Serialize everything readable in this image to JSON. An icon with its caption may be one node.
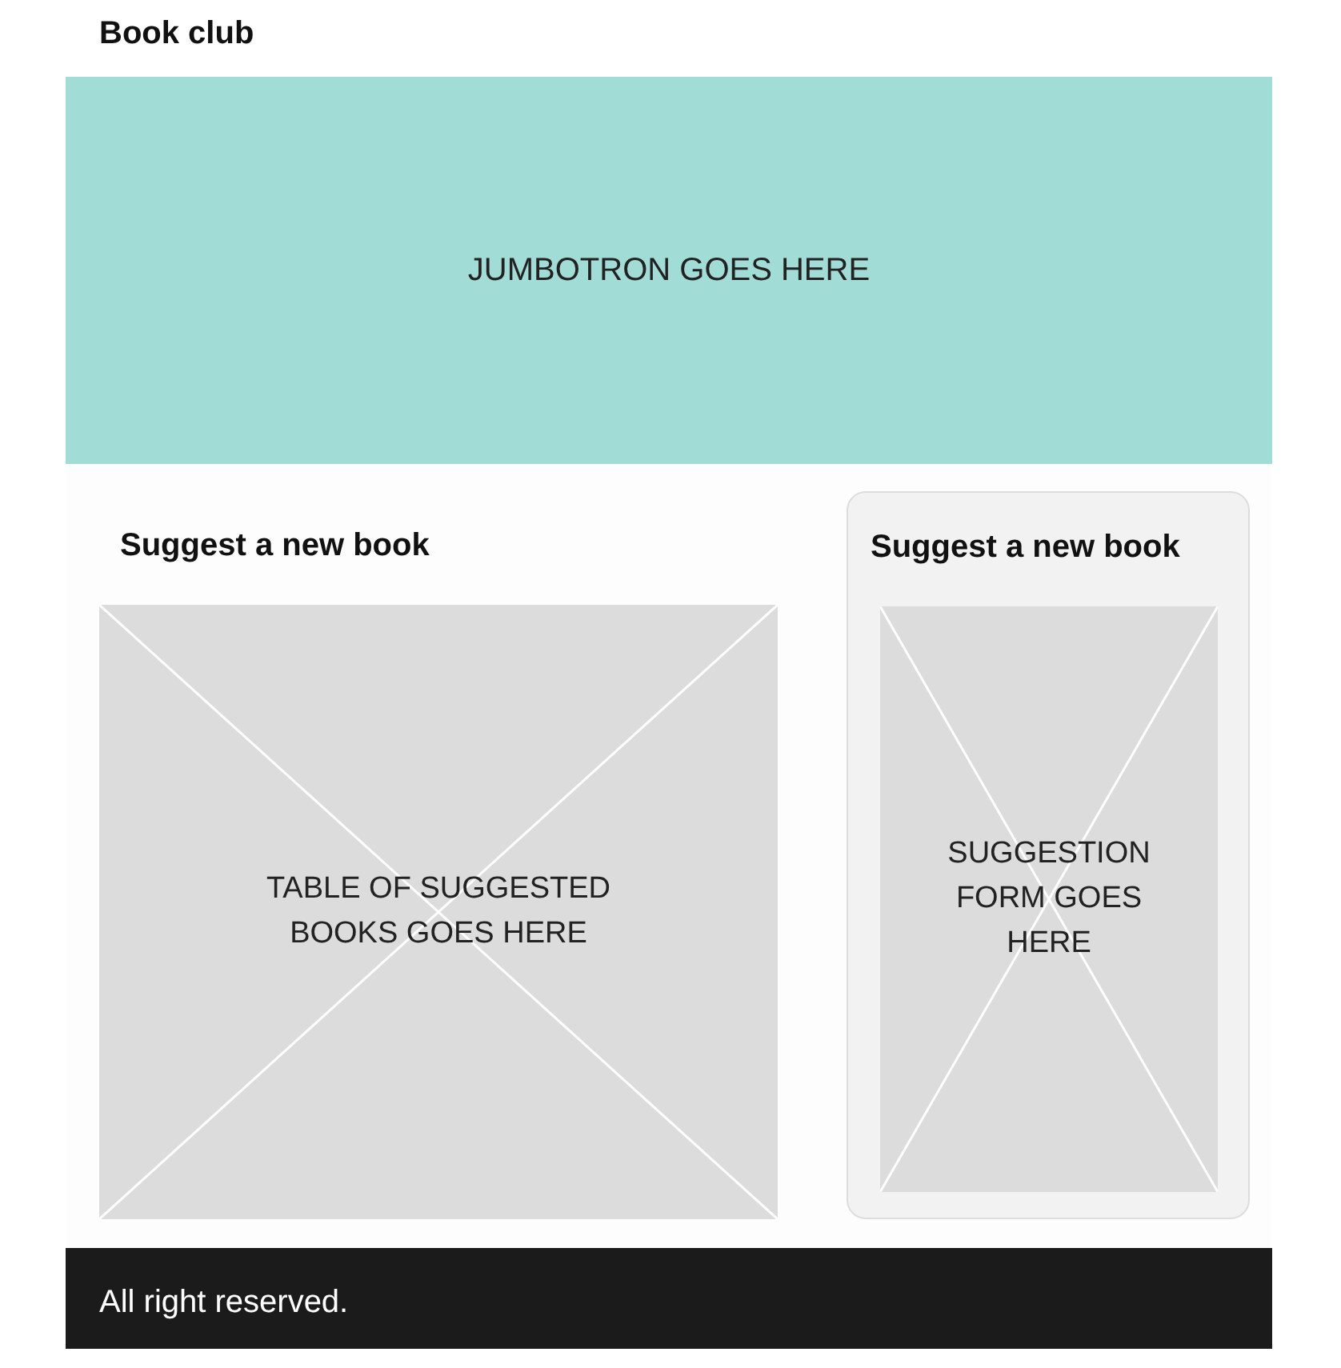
{
  "diagram": {
    "title": "Book club",
    "nodes": [
      {
        "text": [
          "JUMBOTRON GOES HERE"
        ]
      },
      {
        "text": [
          "Suggest a new book",
          "TABLE OF SUGGESTED BOOKS GOES HERE"
        ]
      },
      {
        "text": [
          "Suggest a new book"
        ]
      },
      {
        "text": [
          "SUGGESTION FORM GOES HERE"
        ],
        "in": 2
      },
      {
        "text": [
          "All right reserved."
        ]
      }
    ],
    "edges": []
  }
}
